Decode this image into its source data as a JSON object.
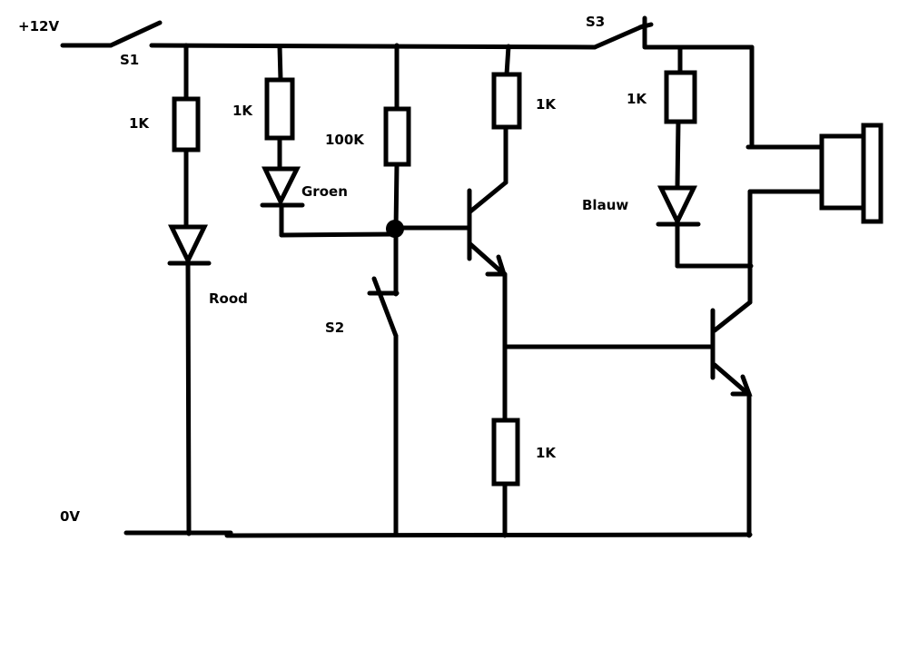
{
  "diagram": {
    "type": "circuit-schematic",
    "rails": {
      "supply": "+12V",
      "ground": "0V"
    },
    "switches": [
      {
        "id": "S1",
        "label": "S1"
      },
      {
        "id": "S2",
        "label": "S2"
      },
      {
        "id": "S3",
        "label": "S3"
      }
    ],
    "resistors": [
      {
        "id": "R1",
        "label": "1K"
      },
      {
        "id": "R2",
        "label": "1K"
      },
      {
        "id": "R3",
        "label": "100K"
      },
      {
        "id": "R4",
        "label": "1K"
      },
      {
        "id": "R5",
        "label": "1K"
      },
      {
        "id": "R6",
        "label": "1K"
      }
    ],
    "leds": [
      {
        "id": "D1",
        "label": "Rood"
      },
      {
        "id": "D2",
        "label": "Groen"
      },
      {
        "id": "D3",
        "label": "Blauw"
      }
    ],
    "transistors": [
      {
        "id": "Q1",
        "type": "NPN"
      },
      {
        "id": "Q2",
        "type": "NPN"
      }
    ],
    "output": {
      "id": "BZ1",
      "type": "buzzer"
    }
  }
}
